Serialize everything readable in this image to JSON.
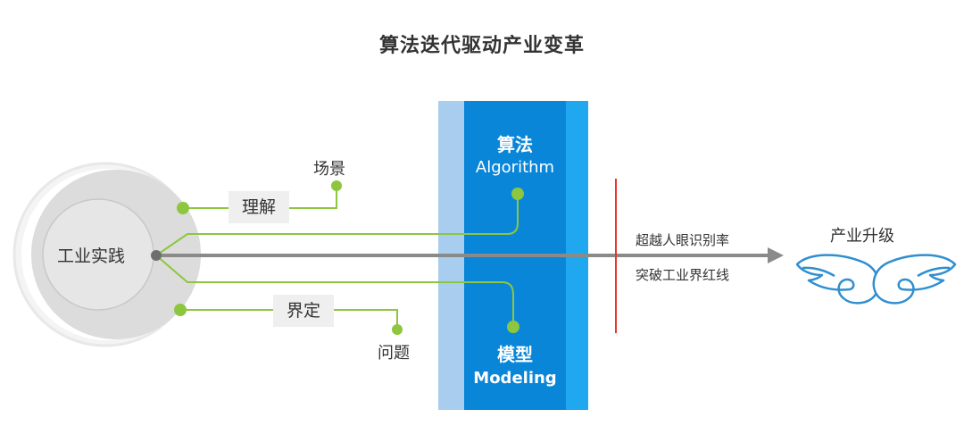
{
  "title": "算法迭代驱动产业变革",
  "source": {
    "label": "工业实践"
  },
  "branches": {
    "top": {
      "box": "理解",
      "end": "场景"
    },
    "bottom": {
      "box": "界定",
      "end": "问题"
    }
  },
  "band": {
    "top": {
      "cn": "算法",
      "en": "Algorithm"
    },
    "bottom": {
      "cn": "模型",
      "en": "Modeling"
    }
  },
  "outcome": {
    "line1": "超越人眼识别率",
    "line2": "突破工业界红线",
    "target": "产业升级"
  },
  "colors": {
    "green": "#8dc63f",
    "band_light": "#a9cdee",
    "band_main": "#0a86d9",
    "band_edge": "#1fa8f0",
    "arrow": "#8a8a8a",
    "red_line": "#e8342c",
    "wing": "#2f8fd0"
  },
  "icons": {
    "target_icon": "wings-icon"
  }
}
